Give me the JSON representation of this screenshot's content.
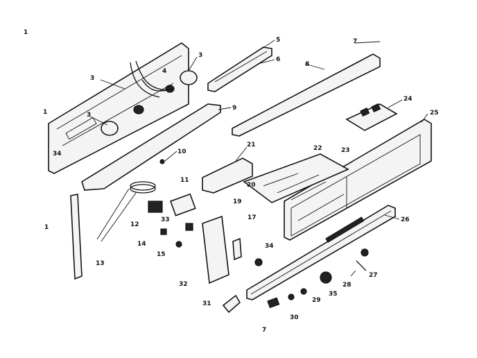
{
  "labels": {
    "l1a": "1",
    "l1b": "1",
    "l1c": "1",
    "l3a": "3",
    "l3b": "3",
    "l3c": "3",
    "l4": "4",
    "l5": "5",
    "l6": "6",
    "l7a": "7",
    "l7b": "7",
    "l8": "8",
    "l9": "9",
    "l10": "10",
    "l11": "11",
    "l12": "12",
    "l13": "13",
    "l14": "14",
    "l15": "15",
    "l17": "17",
    "l19": "19",
    "l20": "20",
    "l21": "21",
    "l22": "22",
    "l23": "23",
    "l24": "24",
    "l25": "25",
    "l26": "26",
    "l27": "27",
    "l28": "28",
    "l29": "29",
    "l30": "30",
    "l31": "31",
    "l32": "32",
    "l33": "33",
    "l34a": "34",
    "l34b": "34",
    "l35": "35"
  }
}
